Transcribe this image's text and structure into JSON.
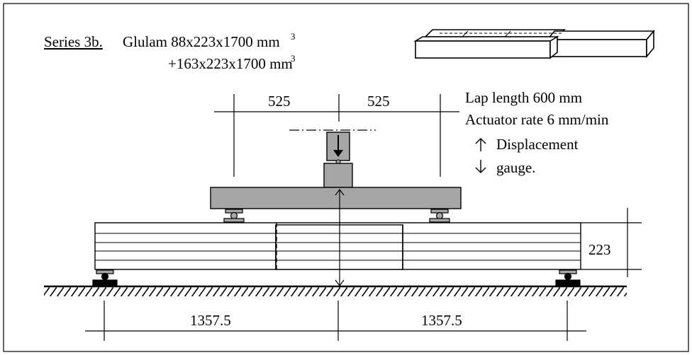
{
  "title": {
    "series": "Series 3b.",
    "line1": "Glulam  88x223x1700 mm",
    "line2": "+163x223x1700 mm",
    "exponent": "3"
  },
  "notes": {
    "lap_length": "Lap length 600 mm",
    "actuator_rate": "Actuator rate 6 mm/min",
    "displacement": "Displacement",
    "gauge": "gauge."
  },
  "dimensions": {
    "load_span_left": "525",
    "load_span_right": "525",
    "beam_height": "223",
    "support_span_left": "1357.5",
    "support_span_right": "1357.5"
  },
  "colors": {
    "steel_fill": "#a6a6a6",
    "line": "#000000",
    "background": "#ffffff"
  }
}
